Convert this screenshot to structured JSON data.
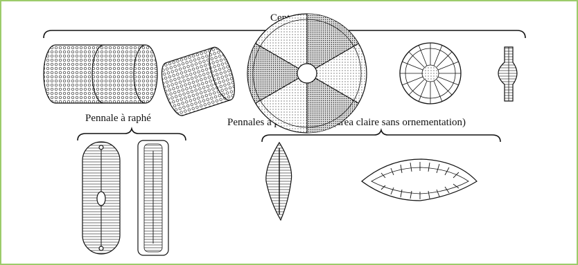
{
  "labels": {
    "centrales": "Centrales",
    "pennale_raphe": "Pennale à raphé",
    "pennales_pseudo_raphe": "Pennales à pseudo-raphé (area claire sans ornementation)"
  },
  "colors": {
    "frame_border": "#9ccc6b",
    "ink": "#111111",
    "stipple_fill": "#e8e8e8"
  }
}
